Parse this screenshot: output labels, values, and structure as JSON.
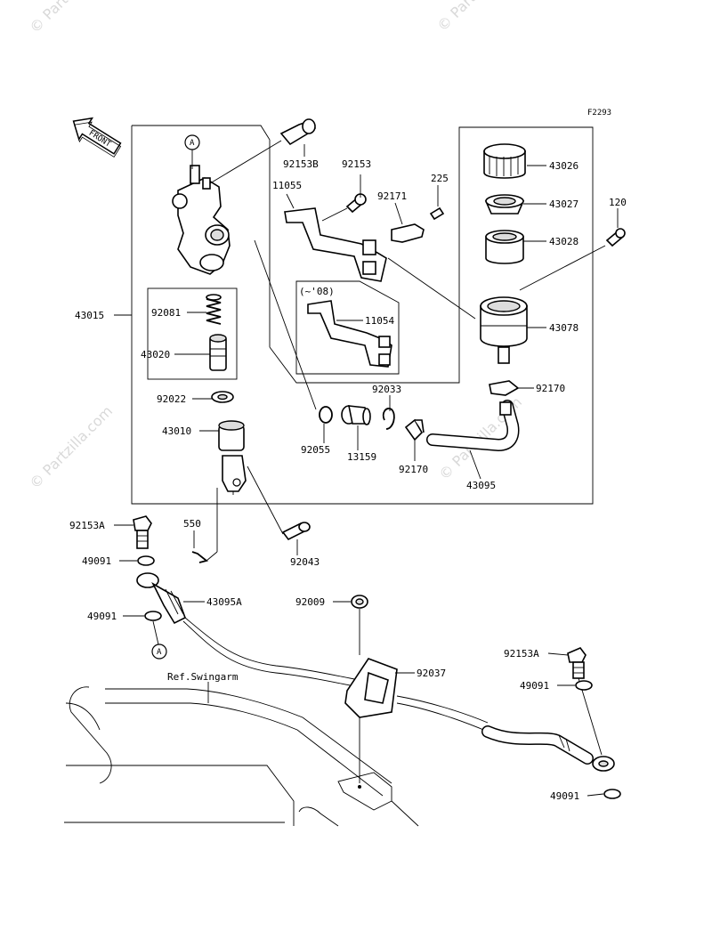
{
  "figure_code": "F2293",
  "front_label": "FRONT",
  "watermark": "© Partzilla.com",
  "ref_callout": "A",
  "ref_swingarm": "Ref.Swingarm",
  "year_note": "(~'08)",
  "parts": {
    "p92153B": "92153B",
    "p92153": "92153",
    "p225": "225",
    "p11055": "11055",
    "p92171": "92171",
    "p43026": "43026",
    "p43027": "43027",
    "p120": "120",
    "p43028": "43028",
    "p43015": "43015",
    "p92081": "92081",
    "p11054": "11054",
    "p43078": "43078",
    "p43020": "43020",
    "p92033": "92033",
    "p92170a": "92170",
    "p92022": "92022",
    "p43010": "43010",
    "p92055": "92055",
    "p13159": "13159",
    "p92170b": "92170",
    "p43095": "43095",
    "p92153A1": "92153A",
    "p550": "550",
    "p49091a": "49091",
    "p92043": "92043",
    "p43095A": "43095A",
    "p92009": "92009",
    "p49091b": "49091",
    "p92037": "92037",
    "p92153A2": "92153A",
    "p49091c": "49091",
    "p49091d": "49091"
  }
}
